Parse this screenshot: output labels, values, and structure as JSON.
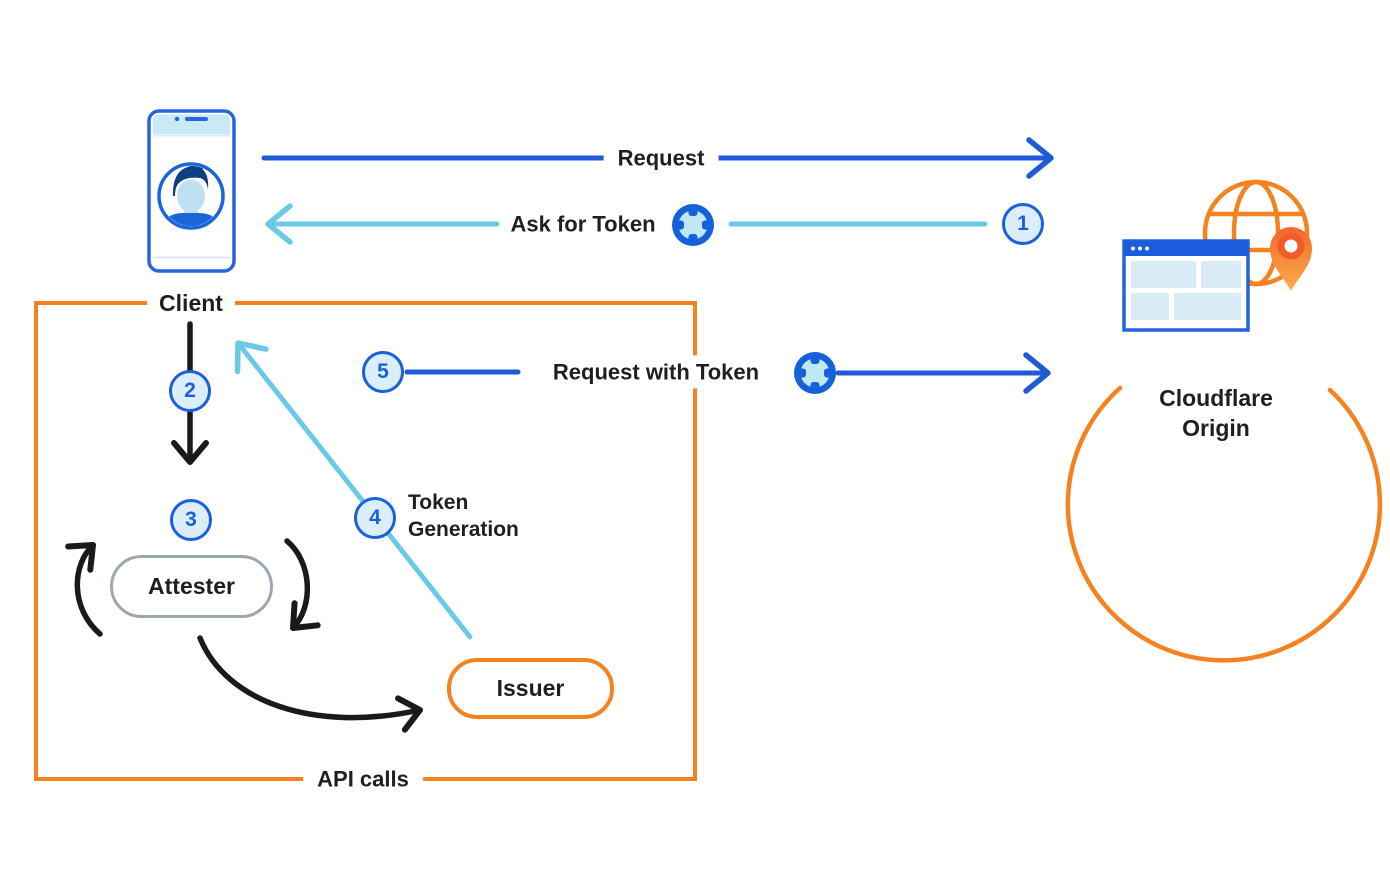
{
  "diagram": {
    "client": {
      "label": "Client"
    },
    "origin": {
      "label_line1": "Cloudflare",
      "label_line2": "Origin"
    },
    "flows": {
      "request": "Request",
      "ask_for_token": "Ask for Token",
      "request_with_token": "Request with Token",
      "token_generation_line1": "Token",
      "token_generation_line2": "Generation",
      "api_calls": "API calls"
    },
    "nodes": {
      "attester": "Attester",
      "issuer": "Issuer"
    },
    "steps": {
      "s1": "1",
      "s2": "2",
      "s3": "3",
      "s4": "4",
      "s5": "5"
    },
    "icons": [
      "client-phone-icon",
      "user-avatar-icon",
      "token-icon",
      "cloudflare-origin-icon",
      "globe-icon",
      "browser-window-icon",
      "location-pin-icon"
    ],
    "colors": {
      "orange": "#f6821f",
      "blue_arrow": "#1f5ad7",
      "cyan_arrow": "#6bc9e8",
      "badge_blue": "#1a62db",
      "badge_fill": "#dceefb",
      "black_arrow": "#1a1a1a",
      "attester_border": "#9ca7af",
      "token_inner": "#bfe7f4"
    }
  }
}
